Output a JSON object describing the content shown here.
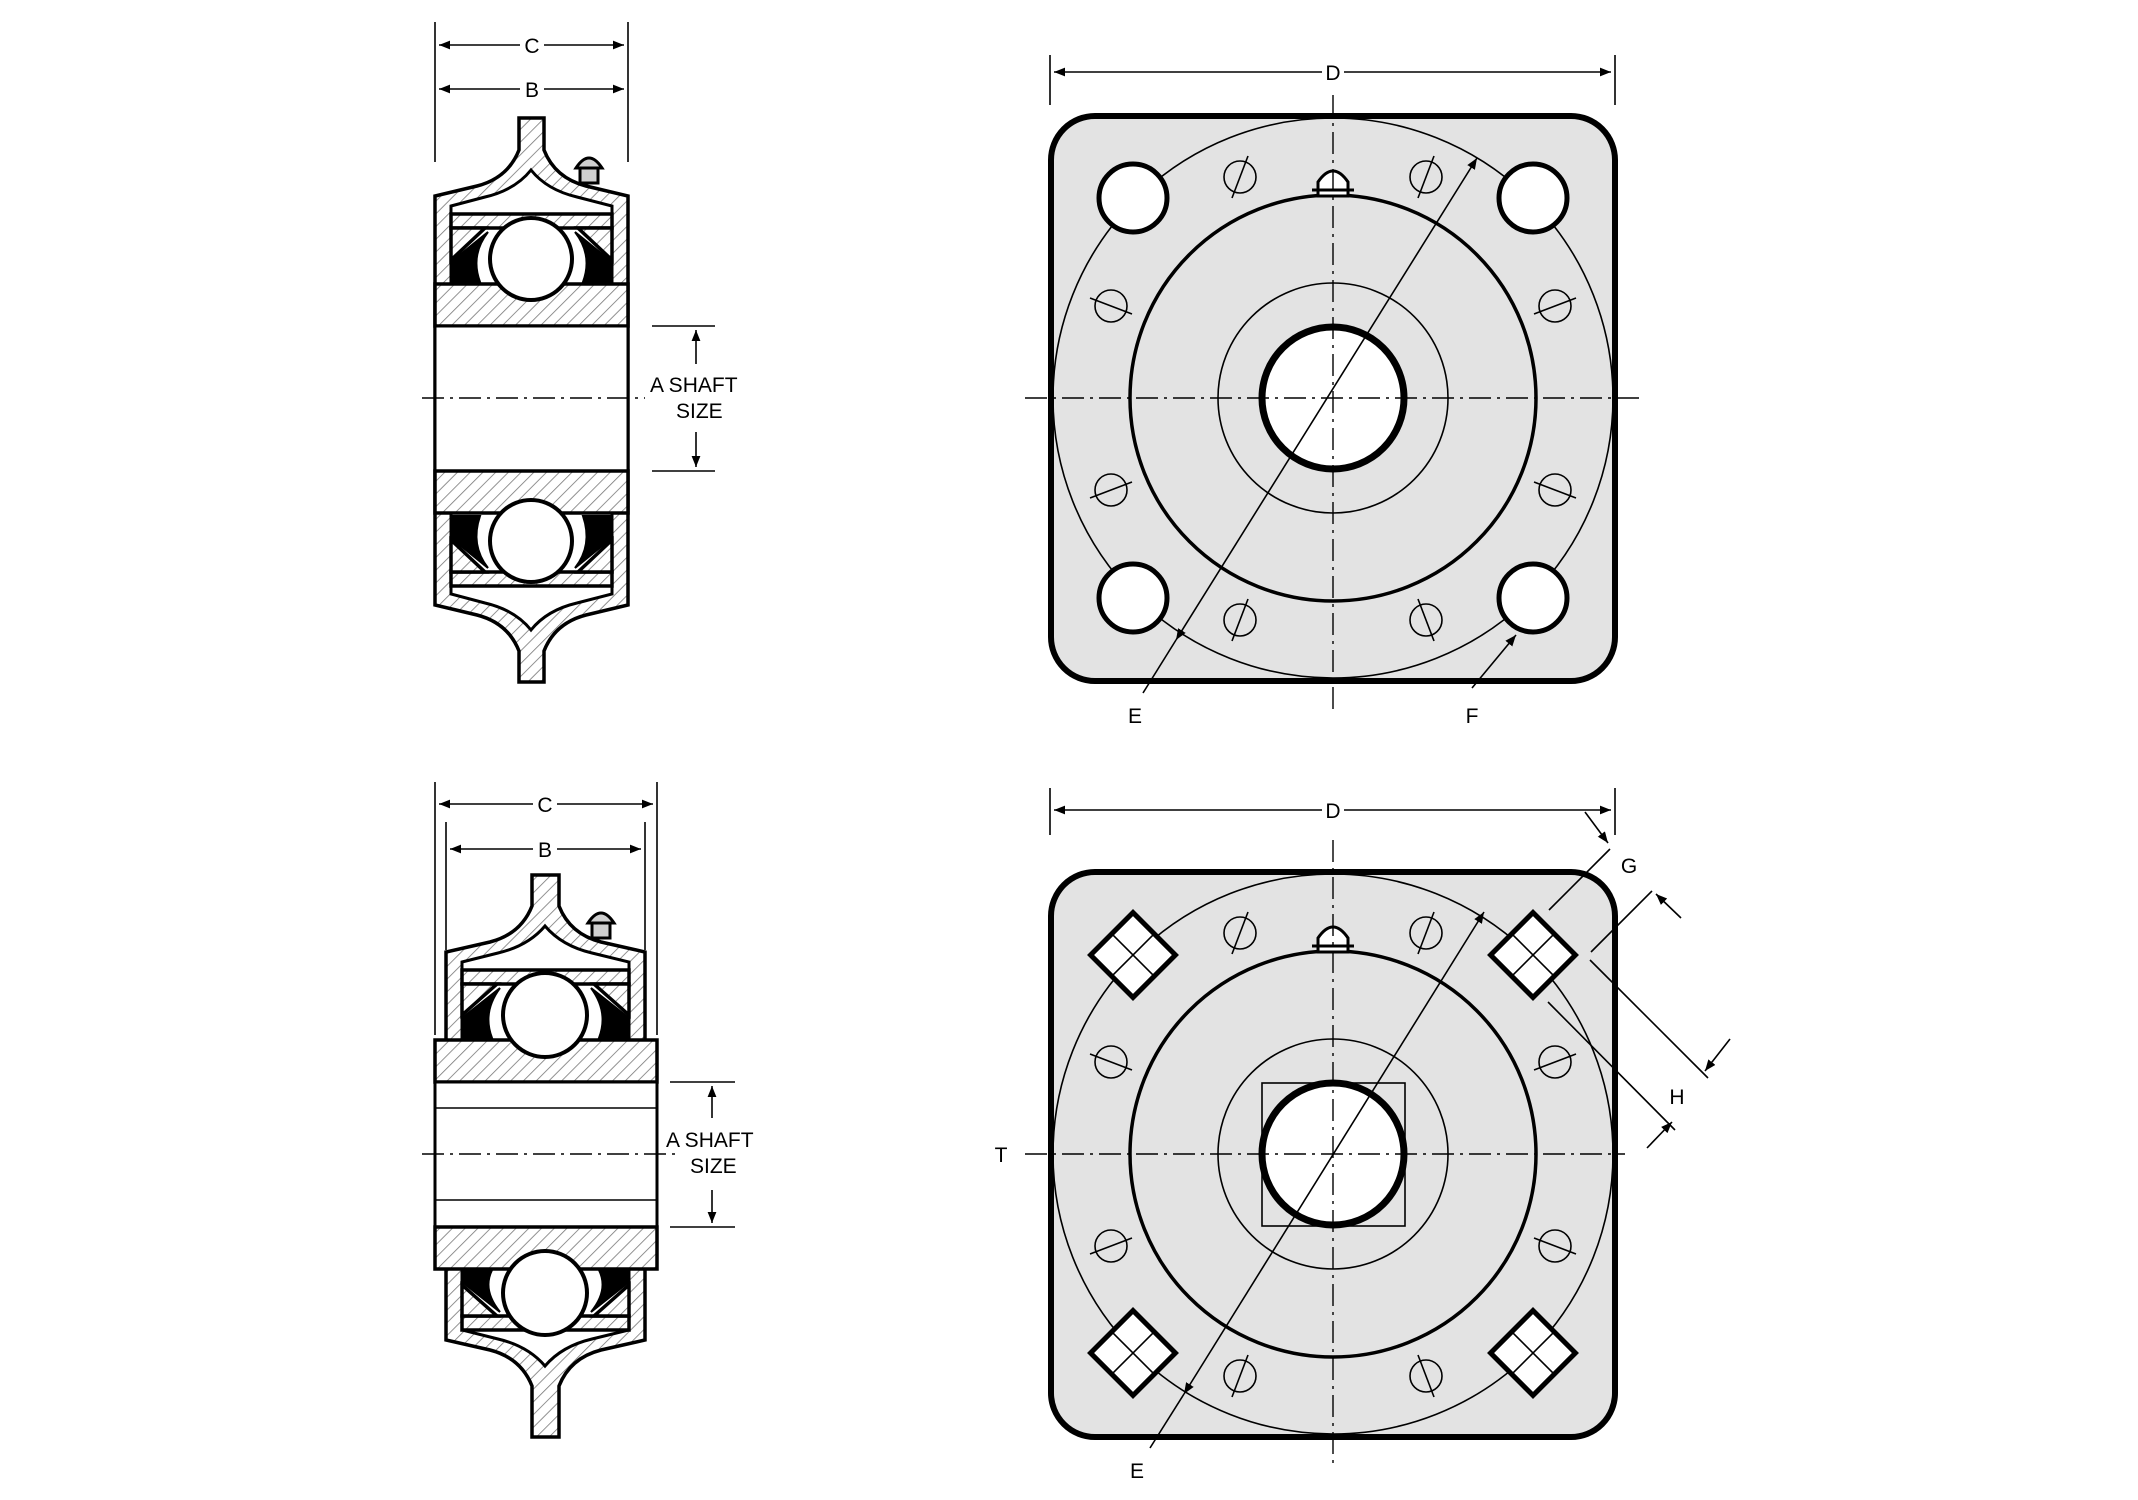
{
  "labels": {
    "top_side": {
      "c": "C",
      "b": "B",
      "shaft_a": "A  SHAFT",
      "shaft_size": "SIZE"
    },
    "top_front": {
      "d": "D",
      "e": "E",
      "f": "F"
    },
    "bottom_side": {
      "c": "C",
      "b": "B",
      "shaft_a": "A  SHAFT",
      "shaft_size": "SIZE"
    },
    "bottom_front": {
      "d": "D",
      "e": "E",
      "g": "G",
      "h": "H",
      "t": "T"
    }
  },
  "colors": {
    "line": "#000000",
    "face_fill": "#e3e3e3",
    "background": "#ffffff"
  }
}
